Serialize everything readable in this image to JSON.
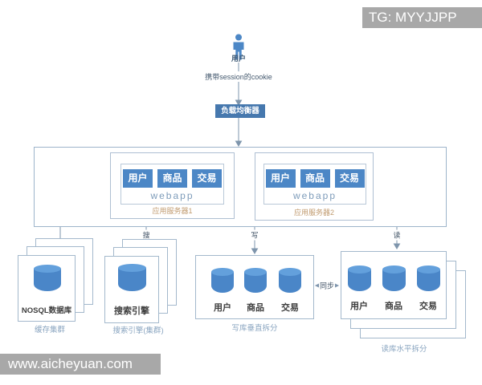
{
  "watermarks": {
    "top": "TG: MYYJJPP",
    "bottom": "www.aicheyuan.com"
  },
  "actor": {
    "label": "用户",
    "note": "携带session的cookie"
  },
  "load_balancer": {
    "label": "负载均衡器"
  },
  "app_tier": {
    "servers": [
      {
        "caption": "应用服务器1",
        "platform": "webapp",
        "modules": [
          "用户",
          "商品",
          "交易"
        ]
      },
      {
        "caption": "应用服务器2",
        "platform": "webapp",
        "modules": [
          "用户",
          "商品",
          "交易"
        ]
      }
    ]
  },
  "edges": {
    "search": "搜",
    "write": "写",
    "read": "读",
    "sync": "同步"
  },
  "clusters": {
    "cache": {
      "title": "NOSQL数据库",
      "caption": "缓存集群"
    },
    "search": {
      "title": "搜索引擎",
      "caption": "搜索引擎(集群)"
    },
    "write_db": {
      "modules": [
        "用户",
        "商品",
        "交易"
      ],
      "caption": "写库垂直拆分"
    },
    "read_db": {
      "modules": [
        "用户",
        "商品",
        "交易"
      ],
      "caption": "读库水平拆分"
    }
  },
  "colors": {
    "node_blue": "#4c87c6",
    "load_balancer_blue": "#4678ae",
    "caption_blue": "#8aa5c0",
    "server_caption_tan": "#c09a6e",
    "line_gray": "#7e95ac",
    "watermark_gray": "#a8a8a8"
  }
}
